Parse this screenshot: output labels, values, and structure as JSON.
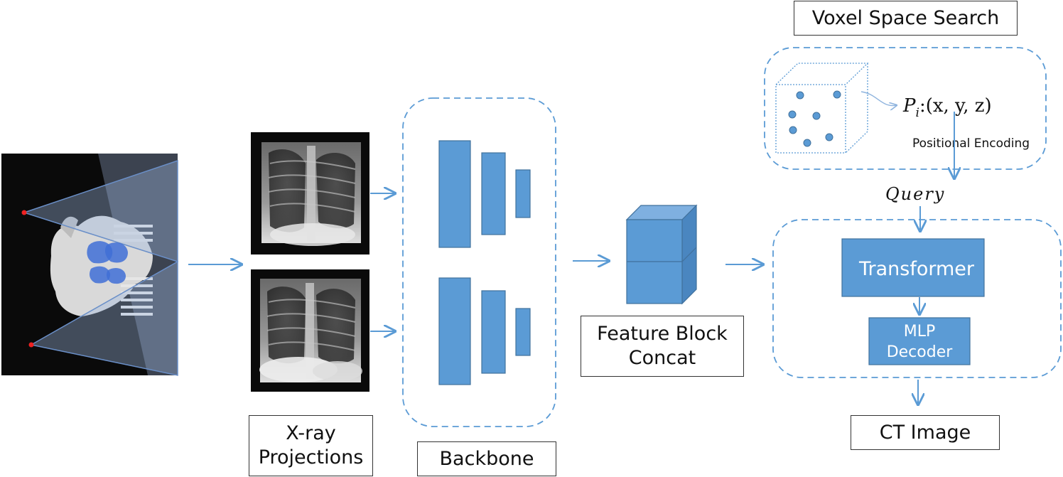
{
  "colors": {
    "accent": "#5b9bd5",
    "accent_dark": "#41719c",
    "xray_bg": "#0a0a0a"
  },
  "labels": {
    "xray": "X-ray\nProjections",
    "backbone": "Backbone",
    "feature": "Feature Block\nConcat",
    "voxel": "Voxel Space Search",
    "ct": "CT Image"
  },
  "voxel_panel": {
    "point_label_main": "P",
    "point_label_sub": "i",
    "point_label_coords": ":(x, y, z)",
    "encoding": "Positional Encoding"
  },
  "query": "Query",
  "transformer": "Transformer",
  "mlp_decoder": {
    "line1": "MLP",
    "line2": "Decoder"
  }
}
